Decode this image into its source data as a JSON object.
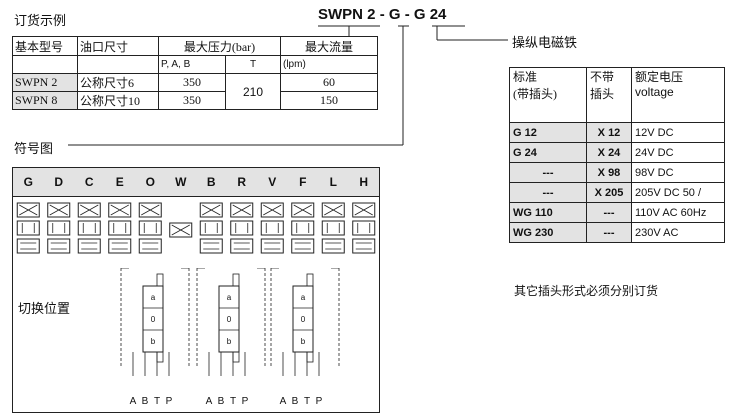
{
  "order_example_label": "订货示例",
  "order_code": {
    "part1": "SWPN 2",
    "sep1": "-",
    "part2": "G",
    "sep2": "-",
    "part3": "G 24"
  },
  "operator_label": "操纵电磁铁",
  "symbol_label": "符号图",
  "switch_label": "切换位置",
  "other_plug_note": "其它插头形式必须分别订货",
  "order_table": {
    "headers": [
      "基本型号",
      "油口尺寸",
      "最大压力(bar)",
      "最大流量"
    ],
    "subheaders": [
      "P, A, B",
      "T",
      "(lpm)"
    ],
    "rows": [
      {
        "model": "SWPN 2",
        "port": "公称尺寸6",
        "pressure": "350",
        "flow": "60"
      },
      {
        "model": "SWPN 8",
        "port": "公称尺寸10",
        "pressure": "350",
        "flow": "150"
      }
    ],
    "t_pressure": "210"
  },
  "volt_table": {
    "headers": [
      "标准\n(带插头)",
      "不带\n插头",
      "额定电压\nvoltage"
    ],
    "rows": [
      {
        "std": "G 12",
        "no_plug": "X 12",
        "voltage": "12V DC"
      },
      {
        "std": "G 24",
        "no_plug": "X 24",
        "voltage": "24V DC"
      },
      {
        "std": "---",
        "no_plug": "X 98",
        "voltage": "98V DC"
      },
      {
        "std": "---",
        "no_plug": "X 205",
        "voltage": "205V DC 50 /"
      },
      {
        "std": "WG 110",
        "no_plug": "---",
        "voltage": "110V AC 60Hz"
      },
      {
        "std": "WG 230",
        "no_plug": "---",
        "voltage": "230V AC"
      }
    ]
  },
  "symbol_codes": [
    "G",
    "D",
    "C",
    "E",
    "O",
    "W",
    "B",
    "R",
    "V",
    "F",
    "L",
    "H"
  ],
  "switch_diagrams": [
    {
      "a": "a",
      "zero": "0",
      "b": "b",
      "ports": [
        "A",
        "B",
        "T",
        "P"
      ]
    },
    {
      "a": "a",
      "zero": "0",
      "b": "b",
      "ports": [
        "A",
        "B",
        "T",
        "P"
      ]
    },
    {
      "a": "a",
      "zero": "0",
      "b": "b",
      "ports": [
        "A",
        "B",
        "T",
        "P"
      ]
    }
  ]
}
